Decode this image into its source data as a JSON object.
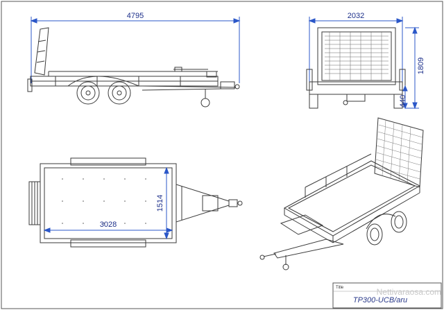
{
  "side_view": {
    "length": "4795"
  },
  "rear_view": {
    "width": "2032",
    "height": "1809",
    "bed_height": "440"
  },
  "top_view": {
    "bed_length": "3028",
    "bed_width": "1514"
  },
  "title_block": {
    "label": "Title",
    "model": "TP300-UCB/aru"
  },
  "watermark": "Nettivaraosa.com",
  "colors": {
    "line": "#3a3a3a",
    "dimension": "#1c2f8a",
    "dim_line": "#2b57c8"
  }
}
